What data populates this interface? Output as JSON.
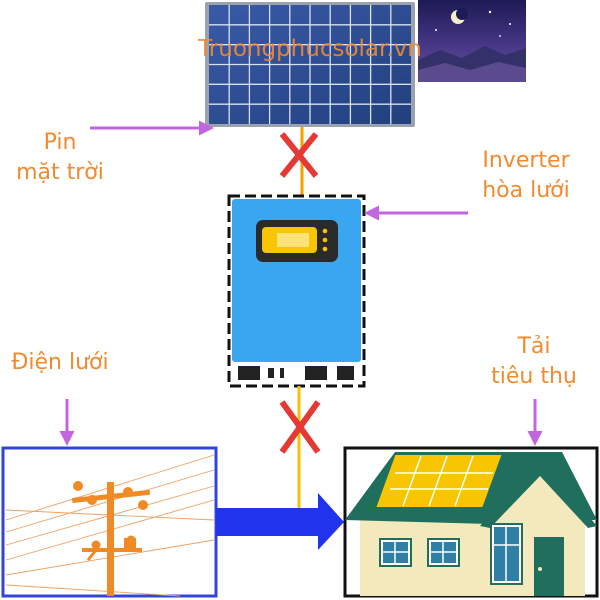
{
  "watermark": "Truongphucsolar.vn",
  "labels": {
    "solar_panel": [
      "Pin",
      "mặt trời"
    ],
    "inverter": [
      "Inverter",
      "hòa lưới"
    ],
    "grid": "Điện lưới",
    "load": [
      "Tải",
      "tiêu thụ"
    ]
  },
  "colors": {
    "label_orange": "#f28a2e",
    "pointer_purple": "#c266e0",
    "cross_red": "#e53935",
    "wire_yellow": "#f5c000",
    "inverter_blue": "#3aa6f0",
    "grid_box_border": "#3344dd",
    "flow_arrow_blue": "#2233ee",
    "roof_green": "#1f6e5e",
    "house_wall": "#f3e9bd",
    "night_sky": "#2a2560"
  },
  "icons": [
    "solar-panel",
    "night-sky-moon",
    "grid-tie-inverter",
    "power-pole",
    "house",
    "cross-mark",
    "arrow"
  ]
}
